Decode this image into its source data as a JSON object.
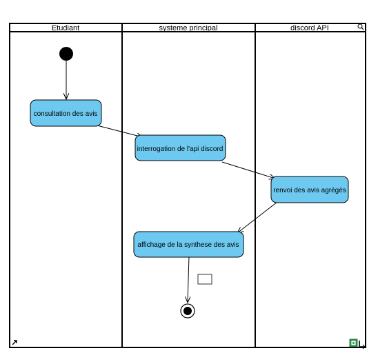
{
  "swimlanes": [
    {
      "id": "etudiant",
      "title": "Etudiant"
    },
    {
      "id": "systeme",
      "title": "systeme principal"
    },
    {
      "id": "discord",
      "title": "discord API"
    }
  ],
  "actions": [
    {
      "id": "consultation",
      "label": "consultation des avis"
    },
    {
      "id": "interrogation",
      "label": "interrogation de l'api discord"
    },
    {
      "id": "renvoi",
      "label": "renvoi des avis agrégés"
    },
    {
      "id": "affichage",
      "label": "affichage de la synthese des avis"
    }
  ],
  "flows": [
    {
      "from": "start",
      "to": "consultation"
    },
    {
      "from": "consultation",
      "to": "interrogation"
    },
    {
      "from": "interrogation",
      "to": "renvoi"
    },
    {
      "from": "renvoi",
      "to": "affichage"
    },
    {
      "from": "affichage",
      "to": "end"
    }
  ],
  "colors": {
    "action_fill": "#6ec9f1",
    "line": "#000000",
    "background": "#ffffff"
  },
  "icons": {
    "top_right": "magnifier-icon",
    "bottom_left": "arrow-link-icon",
    "bottom_right": "resize-handle-icon"
  }
}
